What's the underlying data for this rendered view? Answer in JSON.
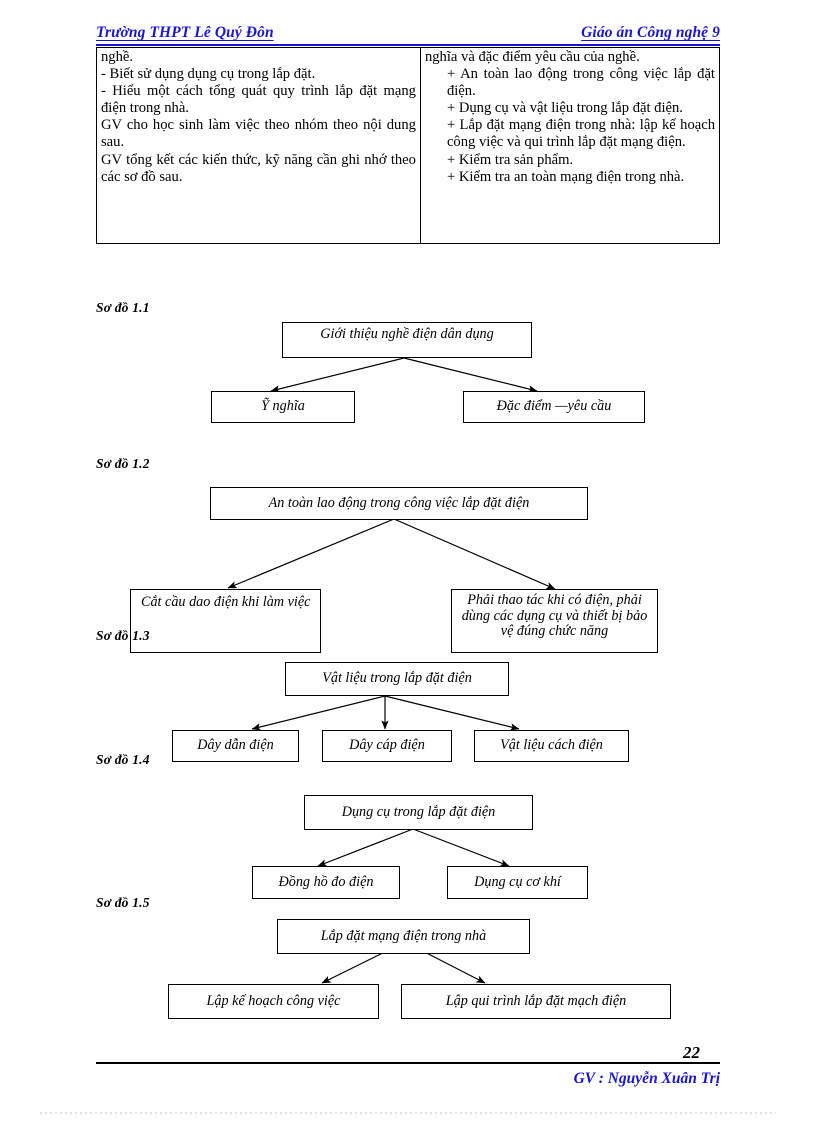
{
  "header": {
    "left": "Trường THPT Lê Quý Đôn",
    "right": "Giáo án Công nghệ 9"
  },
  "table": {
    "left_column": [
      "nghề.",
      "- Biết sử dụng dụng cụ trong lắp đặt.",
      "- Hiểu một cách tổng quát quy trình lắp đặt mạng điện trong nhà.",
      "GV cho học sinh làm việc theo nhóm theo nội dung sau.",
      "GV tổng kết các kiến thức, kỹ năng cần ghi nhớ theo các sơ đồ sau."
    ],
    "right_column": [
      "nghĩa và đặc điểm yêu cầu của nghề.",
      "+ An toàn lao động trong công việc lắp đặt điện.",
      "+ Dụng cụ và vật liệu trong lắp đặt điện.",
      "+ Lắp đặt mạng điện trong nhà: lập kế hoạch công việc và qui trình lắp đặt mạng điện.",
      "+ Kiểm tra sản phẩm.",
      "+ Kiểm tra an toàn mạng điện trong nhà."
    ]
  },
  "diagrams": [
    {
      "label": "Sơ đồ 1.1",
      "root": "Giới thiệu nghề điện dân dụng",
      "children": [
        "Ỹ nghĩa",
        "Đặc điểm —yêu cầu"
      ]
    },
    {
      "label": "Sơ đồ 1.2",
      "root": "An toàn lao động trong công việc lắp đặt điện",
      "children": [
        "Cắt cầu dao điện khi làm việc",
        "Phải thao tác khi có điện, phải dùng các dụng cụ và thiết bị bảo vệ đúng chức năng"
      ]
    },
    {
      "label": "Sơ đồ 1.3",
      "root": "Vật liệu trong lắp đặt điện",
      "children": [
        "Dây dẫn điện",
        "Dây cáp điện",
        "Vật liệu cách điện"
      ]
    },
    {
      "label": "Sơ đồ 1.4",
      "root": "Dụng cụ trong lắp đặt điện",
      "children": [
        "Đồng hồ đo điện",
        "Dụng cụ cơ khí"
      ]
    },
    {
      "label": "Sơ đồ 1.5",
      "root": "Lắp đặt mạng điện trong nhà",
      "children": [
        "Lập kế hoạch công việc",
        "Lập qui trình lắp đặt mạch điện"
      ]
    }
  ],
  "footer": {
    "page_number": "22",
    "teacher": "GV :  Nguyễn Xuân Trị"
  },
  "colors": {
    "header_blue": "#1a15d6",
    "ink": "#000000",
    "paper": "#ffffff"
  }
}
